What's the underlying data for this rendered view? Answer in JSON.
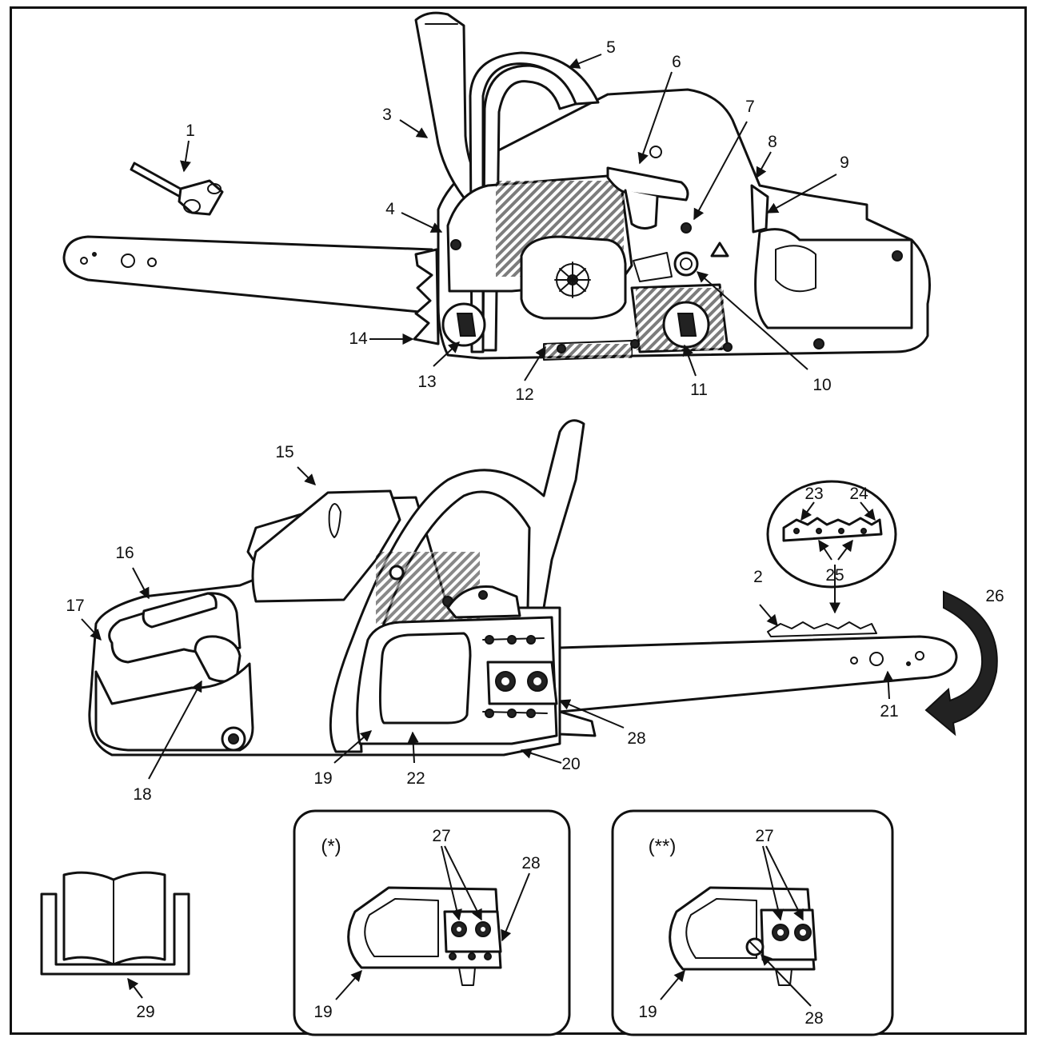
{
  "callouts": {
    "c1": "1",
    "c2": "2",
    "c3": "3",
    "c4": "4",
    "c5": "5",
    "c6": "6",
    "c7": "7",
    "c8": "8",
    "c9": "9",
    "c10": "10",
    "c11": "11",
    "c12": "12",
    "c13": "13",
    "c14": "14",
    "c15": "15",
    "c16": "16",
    "c17": "17",
    "c18": "18",
    "c19": "19",
    "c20": "20",
    "c21": "21",
    "c22": "22",
    "c23": "23",
    "c24": "24",
    "c25": "25",
    "c26": "26",
    "c28": "28",
    "c29": "29"
  },
  "inset_a": {
    "marker": "(*)",
    "c27": "27",
    "c28": "28",
    "c19": "19"
  },
  "inset_b": {
    "marker": "(**)",
    "c27": "27",
    "c28": "28",
    "c19": "19"
  },
  "colors": {
    "ink": "#111111",
    "paper": "#ffffff"
  }
}
